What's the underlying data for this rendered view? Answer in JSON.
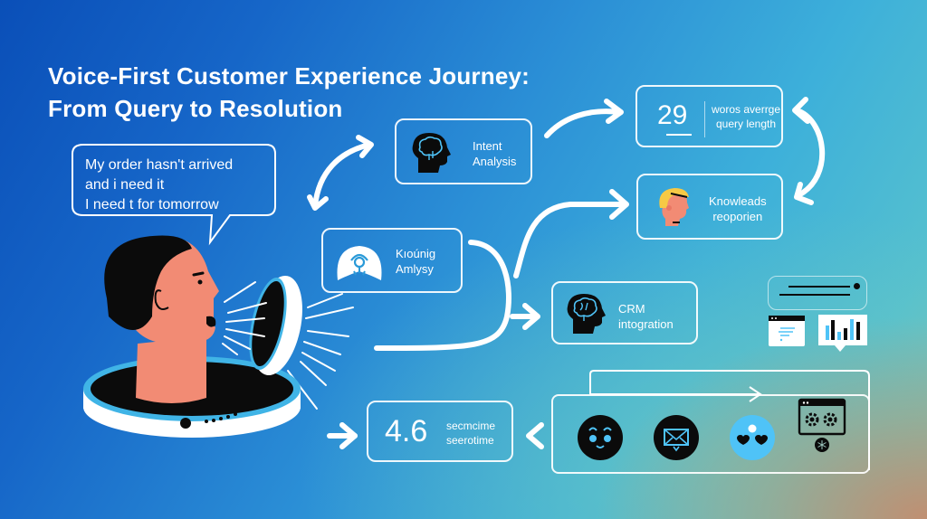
{
  "title": {
    "line1": "Voice-First Customer Experience Journey:",
    "line2": "From Query to Resolution"
  },
  "speech_bubble": {
    "line1": "My order hasn't arrived",
    "line2": "and i need it",
    "line3": "I need t for tomorrow"
  },
  "nodes": {
    "intent_analysis": {
      "line1": "Intent",
      "line2": "Analysis",
      "icon": "brain-head-icon"
    },
    "speech_analysis": {
      "line1": "Kıoúnig",
      "line2": "Amlysy",
      "icon": "sound-wave-icon"
    },
    "query_length": {
      "value": "29",
      "line1": "woros averrge",
      "line2": "query length"
    },
    "knowledge_retrieval": {
      "line1": "Knowleads",
      "line2": "reoporien",
      "icon": "person-head-icon"
    },
    "crm_integration": {
      "line1": "CRM",
      "line2": "intogration",
      "icon": "brain-head-icon"
    },
    "response_time": {
      "value": "4.6",
      "line1": "secmcime",
      "line2": "seerotime"
    }
  },
  "resolution_channels": [
    {
      "name": "happy-face-icon"
    },
    {
      "name": "mail-icon"
    },
    {
      "name": "hearts-icon"
    },
    {
      "name": "settings-window-icon"
    }
  ],
  "colors": {
    "accent_blue": "#4fc3f7",
    "skin": "#f28b74",
    "hair_black": "#0b0b0b",
    "blonde": "#f6c945"
  }
}
